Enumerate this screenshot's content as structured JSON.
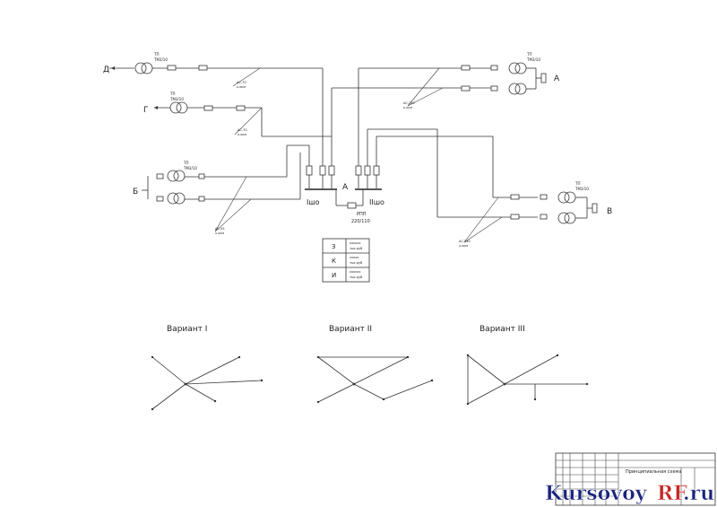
{
  "nodes": {
    "D": "Д",
    "G": "Г",
    "B": "Б",
    "A_right": "А",
    "V": "В",
    "A_center": "А"
  },
  "transformers": {
    "D": {
      "name": "ТП",
      "spec": "ТМ3/10"
    },
    "G": {
      "name": "ТП",
      "spec": "ТМ3/10"
    },
    "B": {
      "name": "ТП",
      "spec": "ТМ3/10"
    },
    "A": {
      "name": "ТП",
      "spec": "ТМ3/10"
    },
    "V": {
      "name": "ТП",
      "spec": "ТМ3/10"
    }
  },
  "lines": {
    "D": {
      "wire": "АС-70",
      "len": "х.хкм"
    },
    "G": {
      "wire": "АС-70",
      "len": "х.хкм"
    },
    "A": {
      "wire": "АС-240",
      "len": "х.хкм"
    },
    "B": {
      "wire": "АС-95",
      "len": "х.хкм"
    },
    "V": {
      "wire": "АС-240",
      "len": "х.хкм"
    }
  },
  "substation": {
    "bus1": "Iшо",
    "bus2": "IIшо",
    "name": "РПП",
    "voltage": "220/110"
  },
  "cost_table": [
    {
      "key": "З",
      "value": "хххххх",
      "unit": "тыс.руб"
    },
    {
      "key": "К",
      "value": "ххххх",
      "unit": "тыс.руб"
    },
    {
      "key": "И",
      "value": "хххххх",
      "unit": "тыс.руб"
    }
  ],
  "variants": {
    "v1": "Вариант I",
    "v2": "Вариант II",
    "v3": "Вариант III"
  },
  "title_block": {
    "title": "Принципиальная схема",
    "watermark_main": "Kursovoy",
    "watermark_accent": "RF",
    "watermark_suffix": ".ru"
  },
  "colors": {
    "line": "#333333",
    "watermark_blue": "#1a237e",
    "watermark_red": "#c62828"
  }
}
